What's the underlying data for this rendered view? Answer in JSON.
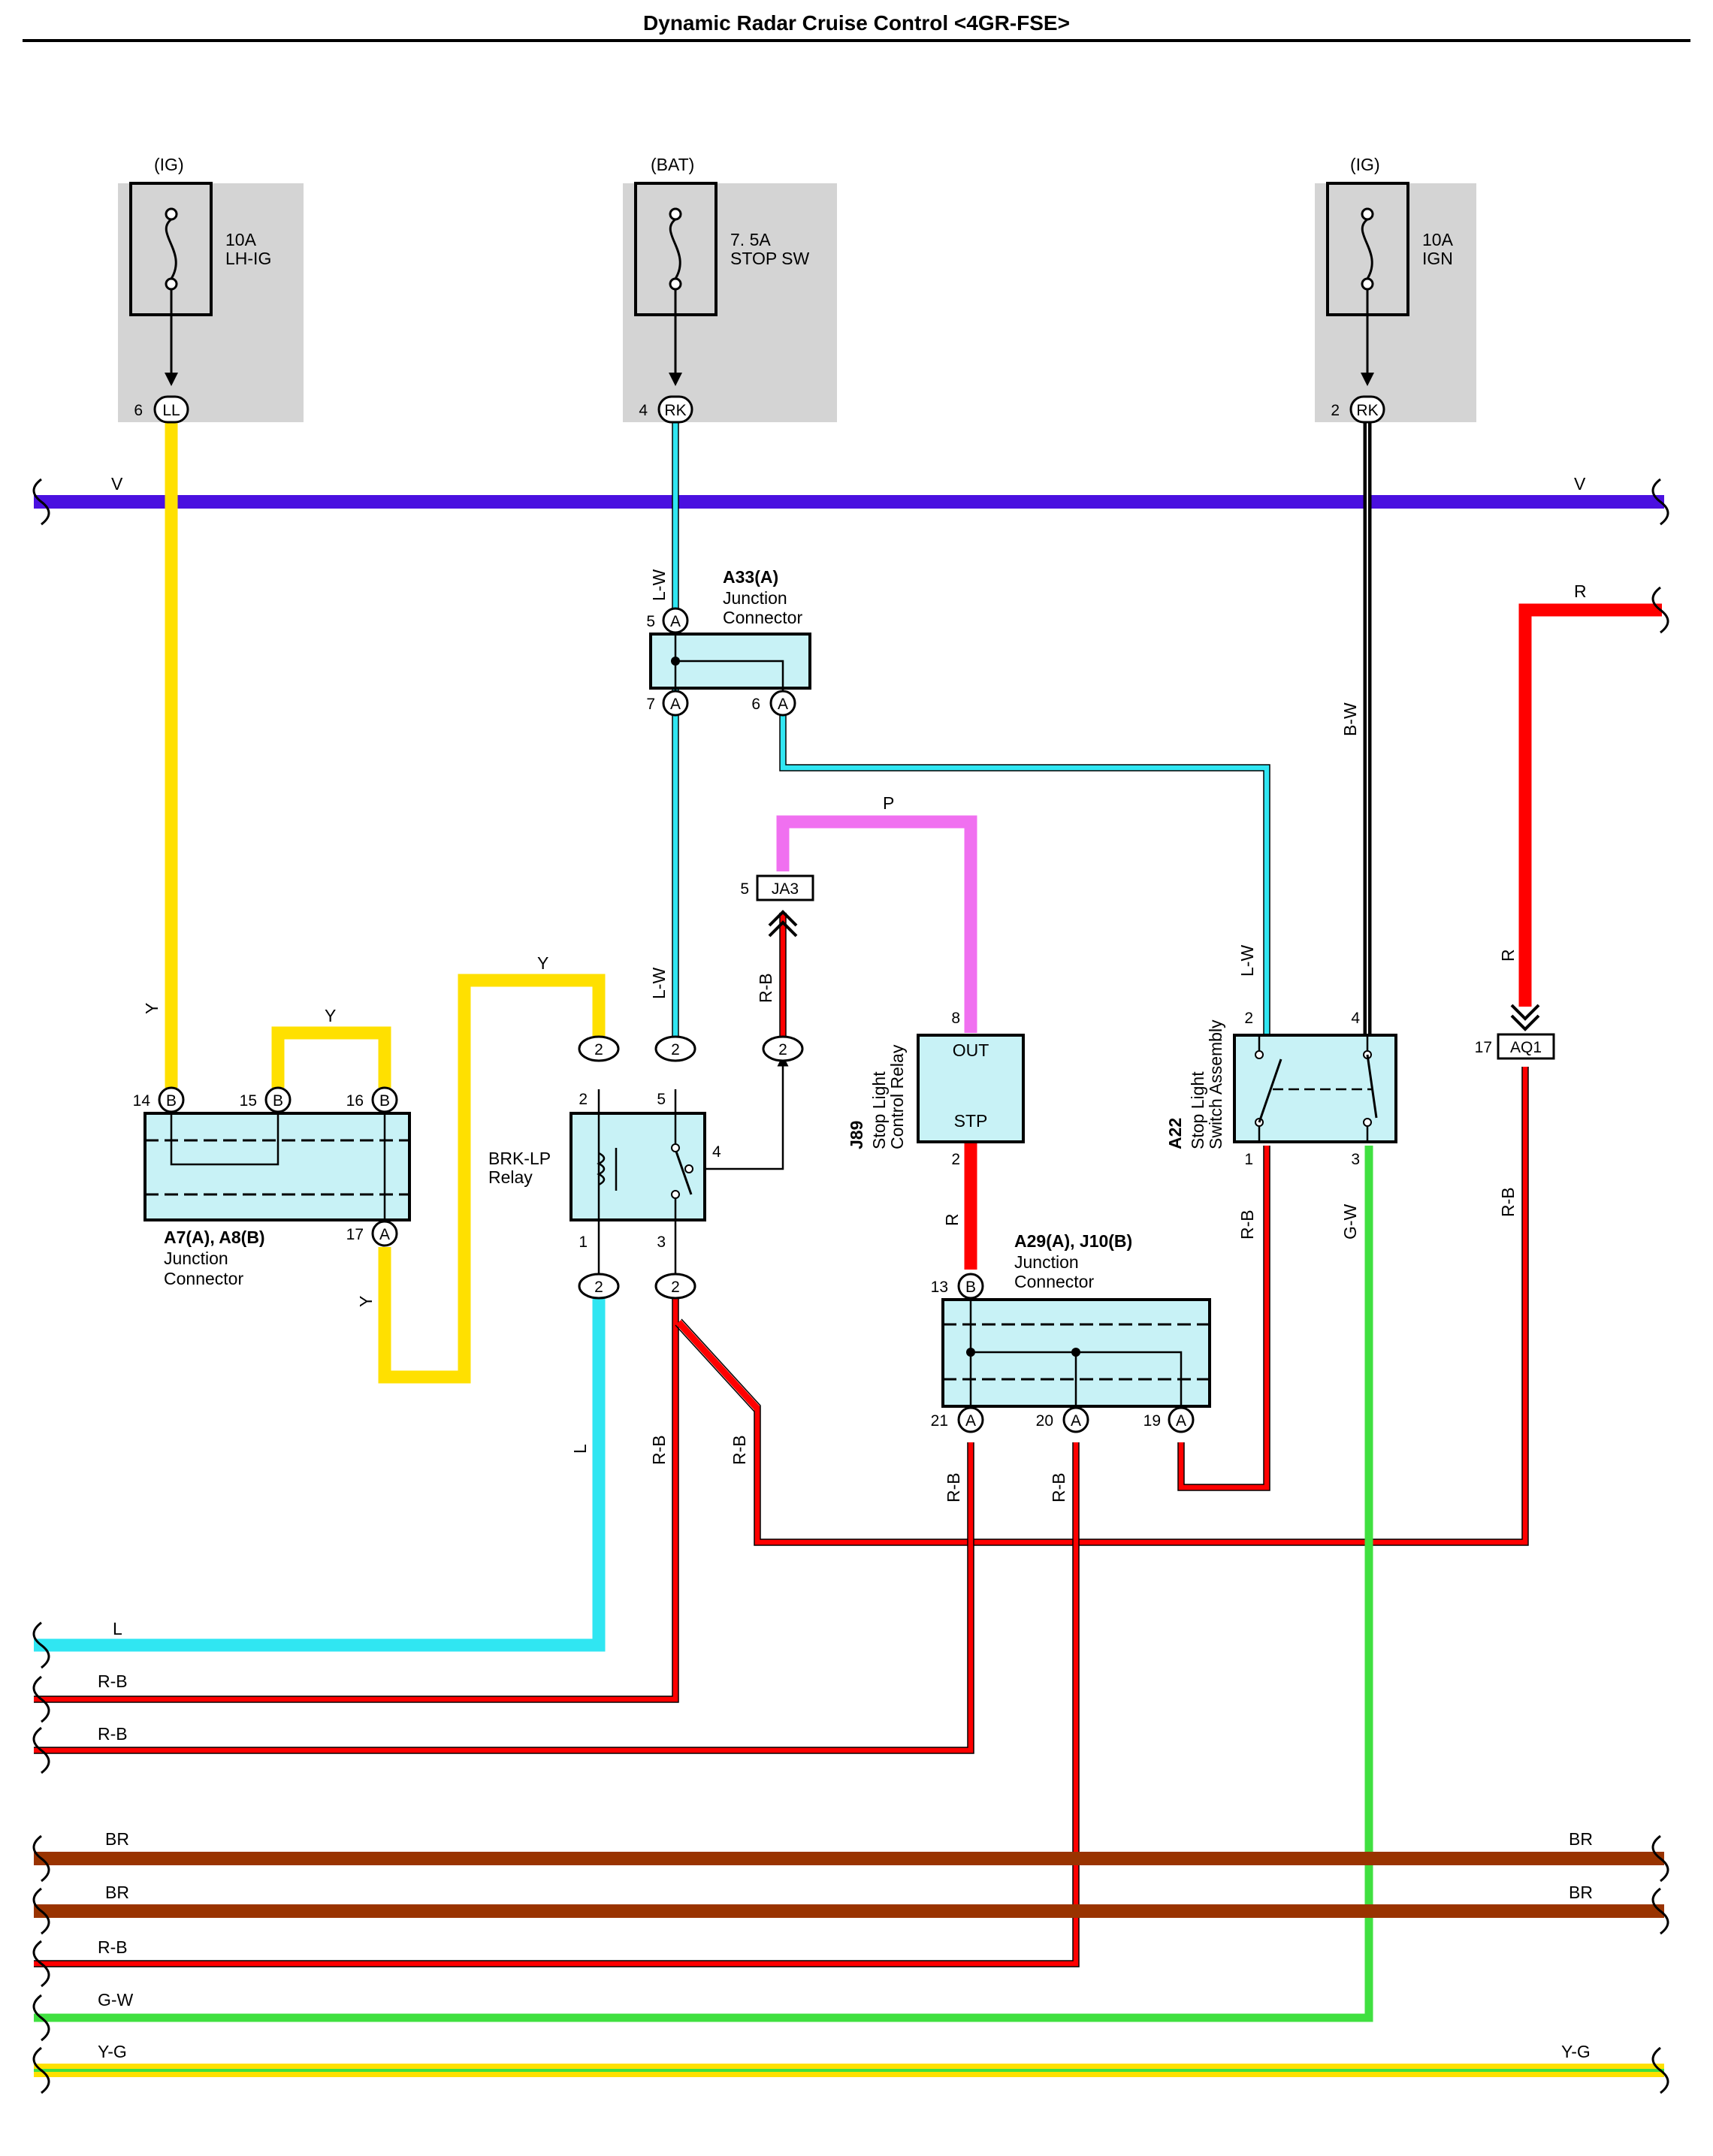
{
  "title": "Dynamic Radar Cruise Control <4GR-FSE>",
  "colors": {
    "V": "#4a10e0",
    "Y": "#ffe000",
    "L": "#30e6f2",
    "LW": "#30e6f2",
    "R": "#ff0000",
    "P": "#f070f0",
    "BR": "#993300",
    "GW": "#40e040",
    "YG_yellow": "#ffe000",
    "YG_green": "#40e040",
    "BW": "#000000",
    "fuse_box_bg": "#d4d4d4",
    "component_fill": "#c8f2f6"
  },
  "fuses": [
    {
      "source": "(IG)",
      "rating": "10A",
      "name": "LH-IG",
      "pin": "6",
      "connector": "LL"
    },
    {
      "source": "(BAT)",
      "rating": "7. 5A",
      "name": "STOP SW",
      "pin": "4",
      "connector": "RK"
    },
    {
      "source": "(IG)",
      "rating": "10A",
      "name": "IGN",
      "pin": "2",
      "connector": "RK"
    }
  ],
  "wires": {
    "v": "V",
    "y": "Y",
    "lw": "L-W",
    "bw": "B-W",
    "r": "R",
    "p": "P",
    "rb": "R-B",
    "l": "L",
    "gw": "G-W",
    "br": "BR",
    "yg": "Y-G"
  },
  "connectors": {
    "a33": {
      "id": "A33(A)",
      "line1": "Junction",
      "line2": "Connector",
      "pin_top": "5",
      "pin_bl": "7",
      "pin_br": "6",
      "letter": "A"
    },
    "ja3": {
      "pin": "5",
      "id": "JA3"
    },
    "a7": {
      "id": "A7(A), A8(B)",
      "line1": "Junction",
      "line2": "Connector",
      "p14": "14",
      "p15": "15",
      "p16": "16",
      "p17": "17",
      "b": "B",
      "a": "A"
    },
    "a29": {
      "id": "A29(A), J10(B)",
      "line1": "Junction",
      "line2": "Connector",
      "p13": "13",
      "p21": "21",
      "p20": "20",
      "p19": "19",
      "b": "B",
      "a": "A"
    },
    "aq1": {
      "pin": "17",
      "id": "AQ1"
    },
    "relay_pin_label": "2"
  },
  "relay": {
    "line1": "BRK-LP",
    "line2": "Relay",
    "p1": "1",
    "p2": "2",
    "p3": "3",
    "p4": "4",
    "p5": "5"
  },
  "j89": {
    "code": "J89",
    "line1": "Stop Light",
    "line2": "Control Relay",
    "out": "OUT",
    "stp": "STP",
    "p8": "8",
    "p2": "2"
  },
  "a22": {
    "code": "A22",
    "line1": "Stop Light",
    "line2": "Switch Assembly",
    "p1": "1",
    "p2": "2",
    "p3": "3",
    "p4": "4"
  }
}
